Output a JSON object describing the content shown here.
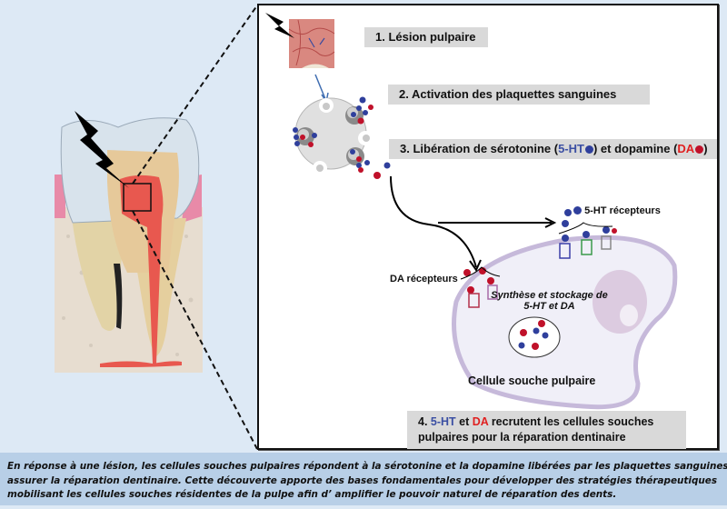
{
  "figure": {
    "steps": {
      "s1": "1. Lésion pulpaire",
      "s2": "2. Activation des plaquettes sanguines",
      "s3_pre": "3. Libération de  sérotonine (",
      "s3_5ht": "5-HT",
      "s3_mid": ") et dopamine (",
      "s3_da": "DA",
      "s3_post": ")",
      "s4_num": "4. ",
      "s4_5ht": "5-HT",
      "s4_et": " et ",
      "s4_da": "DA",
      "s4_rest1": " recrutent les cellules souches",
      "s4_rest2": "pulpaires pour la réparation dentinaire"
    },
    "labels": {
      "ht_receptors": "5-HT récepteurs",
      "da_receptors": "DA récepteurs",
      "synthesis_line1": "Synthèse et stockage de",
      "synthesis_line2": "5-HT et DA",
      "cell_name": "Cellule souche pulpaire"
    },
    "colors": {
      "serotonin": "#2f3f9c",
      "dopamine": "#c0112a",
      "step_box": "#d9d9d9",
      "background": "#dde9f5",
      "caption_bg": "#b8cfe7"
    }
  },
  "caption": {
    "line1": "En réponse à une lésion, les cellules souches pulpaires répondent à la sérotonine et la dopamine libérées par les plaquettes sanguines pour",
    "line2": "assurer la réparation dentinaire. Cette découverte apporte des bases fondamentales pour développer des stratégies thérapeutiques",
    "line3": "mobilisant les cellules souches résidentes de la pulpe afin d’ amplifier le pouvoir naturel de réparation des dents."
  }
}
